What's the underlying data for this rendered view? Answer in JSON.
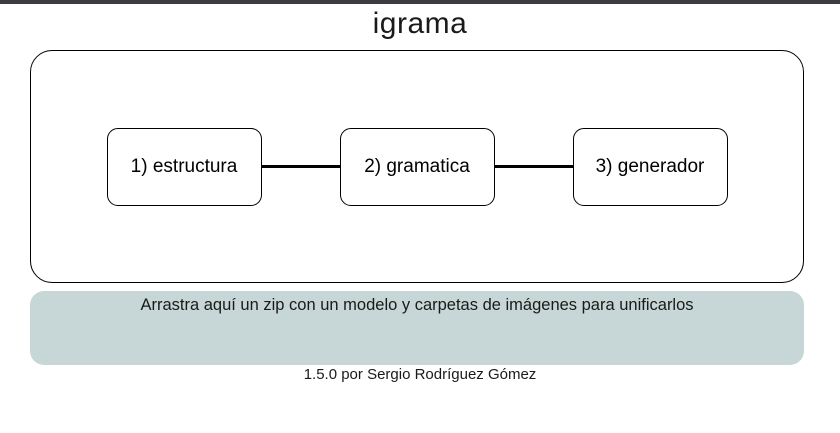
{
  "app": {
    "title": "igrama"
  },
  "steps": [
    {
      "label": "1) estructura"
    },
    {
      "label": "2) gramatica"
    },
    {
      "label": "3) generador"
    }
  ],
  "dropzone": {
    "label": "Arrastra aquí un zip con un modelo y carpetas de imágenes para unificarlos"
  },
  "footer": {
    "version_credit": "1.5.0 por Sergio Rodríguez Gómez"
  },
  "colors": {
    "top_bar": "#3b3b40",
    "dropzone_bg": "#c7d6d6",
    "border": "#000000",
    "background": "#ffffff"
  }
}
